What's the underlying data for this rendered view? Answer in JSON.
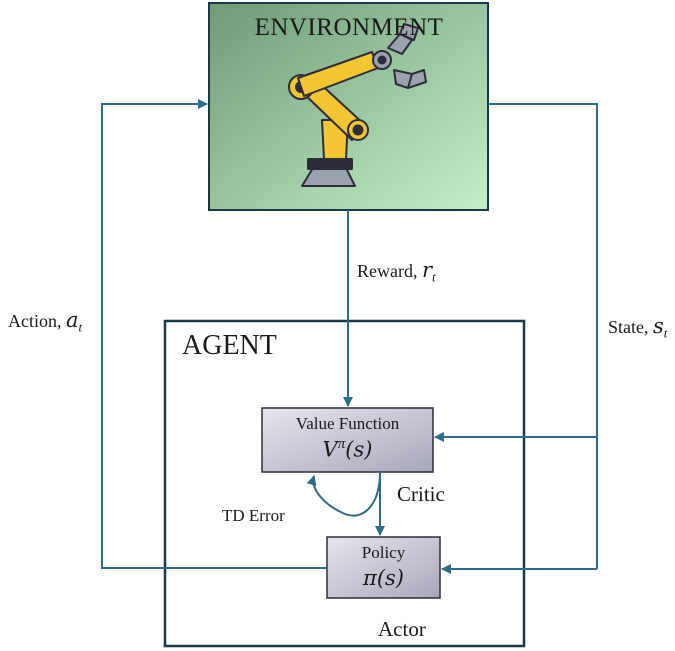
{
  "environment": {
    "title": "ENVIRONMENT",
    "icon": "robot-arm-icon",
    "colors": {
      "gradient_start": "#6f9a78",
      "gradient_end": "#c3f0c8",
      "border": "#17394a"
    }
  },
  "agent": {
    "title": "AGENT",
    "border_color": "#17394a"
  },
  "value_function": {
    "line1": "Value Function",
    "symbol": "V",
    "superscript": "π",
    "arg": "(s)"
  },
  "policy": {
    "line1": "Policy",
    "expr": "π(s)"
  },
  "labels": {
    "reward_text": "Reward, ",
    "reward_symbol": "r",
    "reward_sub": "t",
    "action_text": "Action, ",
    "action_symbol": "a",
    "action_sub": "t",
    "state_text": "State, ",
    "state_symbol": "s",
    "state_sub": "t",
    "critic": "Critic",
    "actor": "Actor",
    "td_error": "TD Error"
  },
  "colors": {
    "arrow": "#2c6b8a",
    "box_fill_light": "#e4e4ec",
    "box_fill_dark": "#a9a9bc",
    "robot_yellow": "#f3c533",
    "robot_dark": "#2d2d3a",
    "robot_grey": "#9aa2ad"
  }
}
